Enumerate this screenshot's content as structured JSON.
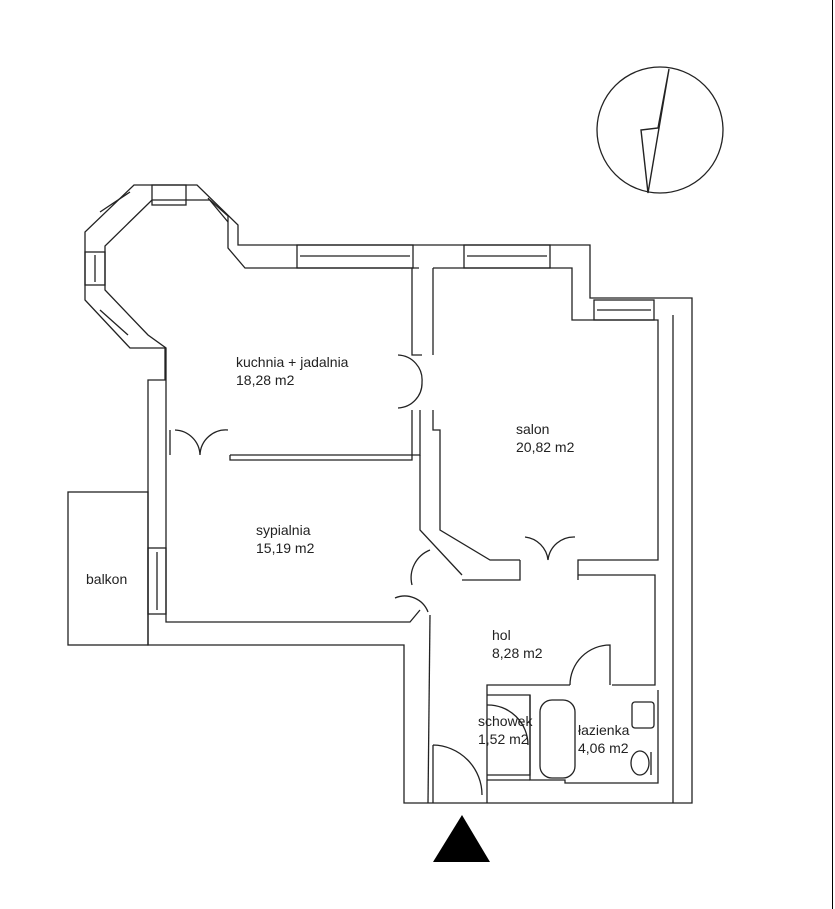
{
  "plan": {
    "rooms": [
      {
        "name": "kuchnia + jadalnia",
        "area": "18,28 m2"
      },
      {
        "name": "salon",
        "area": "20,82 m2"
      },
      {
        "name": "sypialnia",
        "area": "15,19 m2"
      },
      {
        "name": "hol",
        "area": "8,28 m2"
      },
      {
        "name": "schowek",
        "area": "1,52 m2"
      },
      {
        "name": "łazienka",
        "area": "4,06 m2"
      }
    ],
    "balcony": "balkon",
    "compass": "north-arrow-icon",
    "entrance": "entrance-arrow-icon"
  }
}
